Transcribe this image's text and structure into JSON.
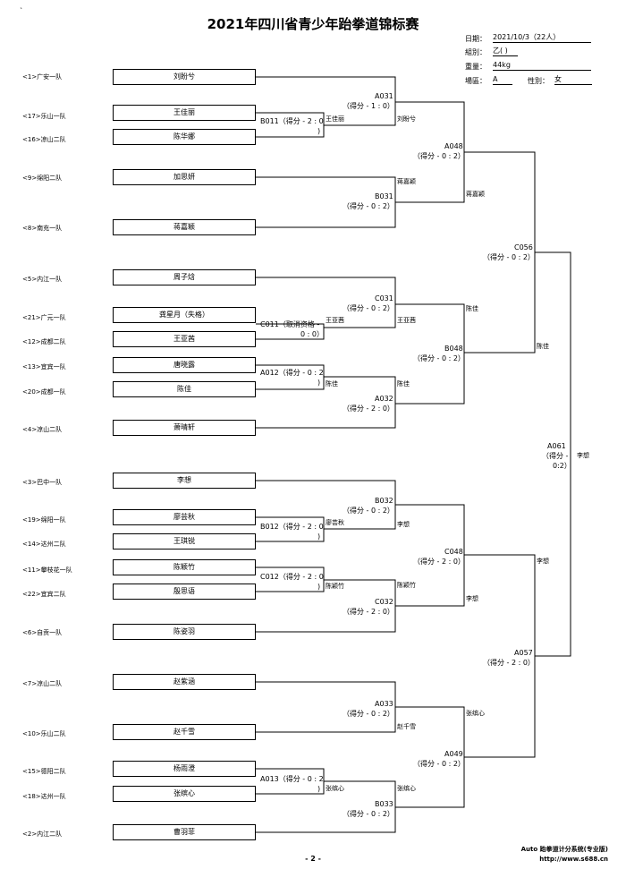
{
  "title": "2021年四川省青少年跆拳道锦标赛",
  "corner_mark": "`",
  "info": {
    "date_label": "日期：",
    "date_value": "2021/10/3（22人）",
    "group_label": "組別：",
    "group_value": "乙( )",
    "weight_label": "重量：",
    "weight_value": "44kg",
    "court_label": "場區：",
    "court_value": "A",
    "sex_label": "性別：",
    "sex_value": "女"
  },
  "entries": [
    {
      "seed": "<1>广安一队",
      "name": "刘盼兮"
    },
    {
      "seed": "<17>乐山一队",
      "name": "王佳丽"
    },
    {
      "seed": "<16>凉山二队",
      "name": "陈华娜"
    },
    {
      "seed": "<9>绵阳二队",
      "name": "加思妍"
    },
    {
      "seed": "<8>南充一队",
      "name": "蒋嘉颖"
    },
    {
      "seed": "<5>内江一队",
      "name": "周子焓"
    },
    {
      "seed": "<21>广元一队",
      "name": "龚星月（失格）"
    },
    {
      "seed": "<12>成都二队",
      "name": "王亚茜"
    },
    {
      "seed": "<13>宜宾一队",
      "name": "唐晓露"
    },
    {
      "seed": "<20>成都一队",
      "name": "陈佳"
    },
    {
      "seed": "<4>凉山二队",
      "name": "萧晴轩"
    },
    {
      "seed": "<3>巴中一队",
      "name": "李想"
    },
    {
      "seed": "<19>绵阳一队",
      "name": "廖芸秋"
    },
    {
      "seed": "<14>达州二队",
      "name": "王琪锐"
    },
    {
      "seed": "<11>攀枝花一队",
      "name": "陈颖竹"
    },
    {
      "seed": "<22>宜宾二队",
      "name": "殷思语"
    },
    {
      "seed": "<6>自贡一队",
      "name": "陈姿羽"
    },
    {
      "seed": "<7>凉山二队",
      "name": "赵紫涵"
    },
    {
      "seed": "<10>乐山二队",
      "name": "赵千雪"
    },
    {
      "seed": "<15>德阳二队",
      "name": "杨雨澄"
    },
    {
      "seed": "<18>达州一队",
      "name": "张缤心"
    },
    {
      "seed": "<2>内江二队",
      "name": "曹羽菲"
    }
  ],
  "matches": {
    "B011": {
      "label": "B011（得分 - 2 : 0",
      "close": ")",
      "winner": "王佳丽"
    },
    "A031": {
      "label": "A031",
      "score": "（得分 - 1 : 0）",
      "winner": "刘盼兮"
    },
    "B031": {
      "label": "B031",
      "score": "（得分 - 0 : 2）",
      "winner": "蒋嘉颖"
    },
    "A048": {
      "label": "A048",
      "score": "（得分 - 0 : 2）",
      "winner": "蒋嘉颖"
    },
    "C011": {
      "label": "C011（取消资格 -",
      "score": "0 : 0）",
      "winner": "王亚茜"
    },
    "C031": {
      "label": "C031",
      "score": "（得分 - 0 : 2）",
      "winner": "王亚茜"
    },
    "A012": {
      "label": "A012（得分 - 0 : 2",
      "close": ")",
      "winner": "陈佳"
    },
    "A032": {
      "label": "A032",
      "score": "（得分 - 2 : 0）",
      "winner": "陈佳"
    },
    "B048": {
      "label": "B048",
      "score": "（得分 - 0 : 2）",
      "winner": "陈佳"
    },
    "C056": {
      "label": "C056",
      "score": "（得分 - 0 : 2）",
      "winner": "陈佳"
    },
    "B012": {
      "label": "B012（得分 - 2 : 0",
      "close": ")",
      "winner": "廖芸秋"
    },
    "B032": {
      "label": "B032",
      "score": "（得分 - 0 : 2）",
      "winner": "李想"
    },
    "C012": {
      "label": "C012（得分 - 2 : 0",
      "close": ")",
      "winner": "陈颖竹"
    },
    "C032": {
      "label": "C032",
      "score": "（得分 - 2 : 0）",
      "winner": "陈颖竹"
    },
    "C048": {
      "label": "C048",
      "score": "（得分 - 2 : 0）",
      "winner": "李想"
    },
    "A033": {
      "label": "A033",
      "score": "（得分 - 0 : 2）",
      "winner": "赵千雪"
    },
    "A013": {
      "label": "A013（得分 - 0 : 2",
      "close": ")",
      "winner": "张缤心"
    },
    "B033": {
      "label": "B033",
      "score": "（得分 - 0 : 2）",
      "winner": "张缤心"
    },
    "A049": {
      "label": "A049",
      "score": "（得分 - 0 : 2）",
      "winner": "张缤心"
    },
    "A057": {
      "label": "A057",
      "score": "（得分 - 2 : 0）",
      "winner": "李想"
    },
    "A061": {
      "label": "A061",
      "score1": "（得分 -",
      "score2": "0:2）",
      "winner": "李想"
    }
  },
  "footer": {
    "brand": "Auto 跆拳道计分系统(专业版)",
    "url": "http://www.s688.cn",
    "page": "- 2 -"
  }
}
